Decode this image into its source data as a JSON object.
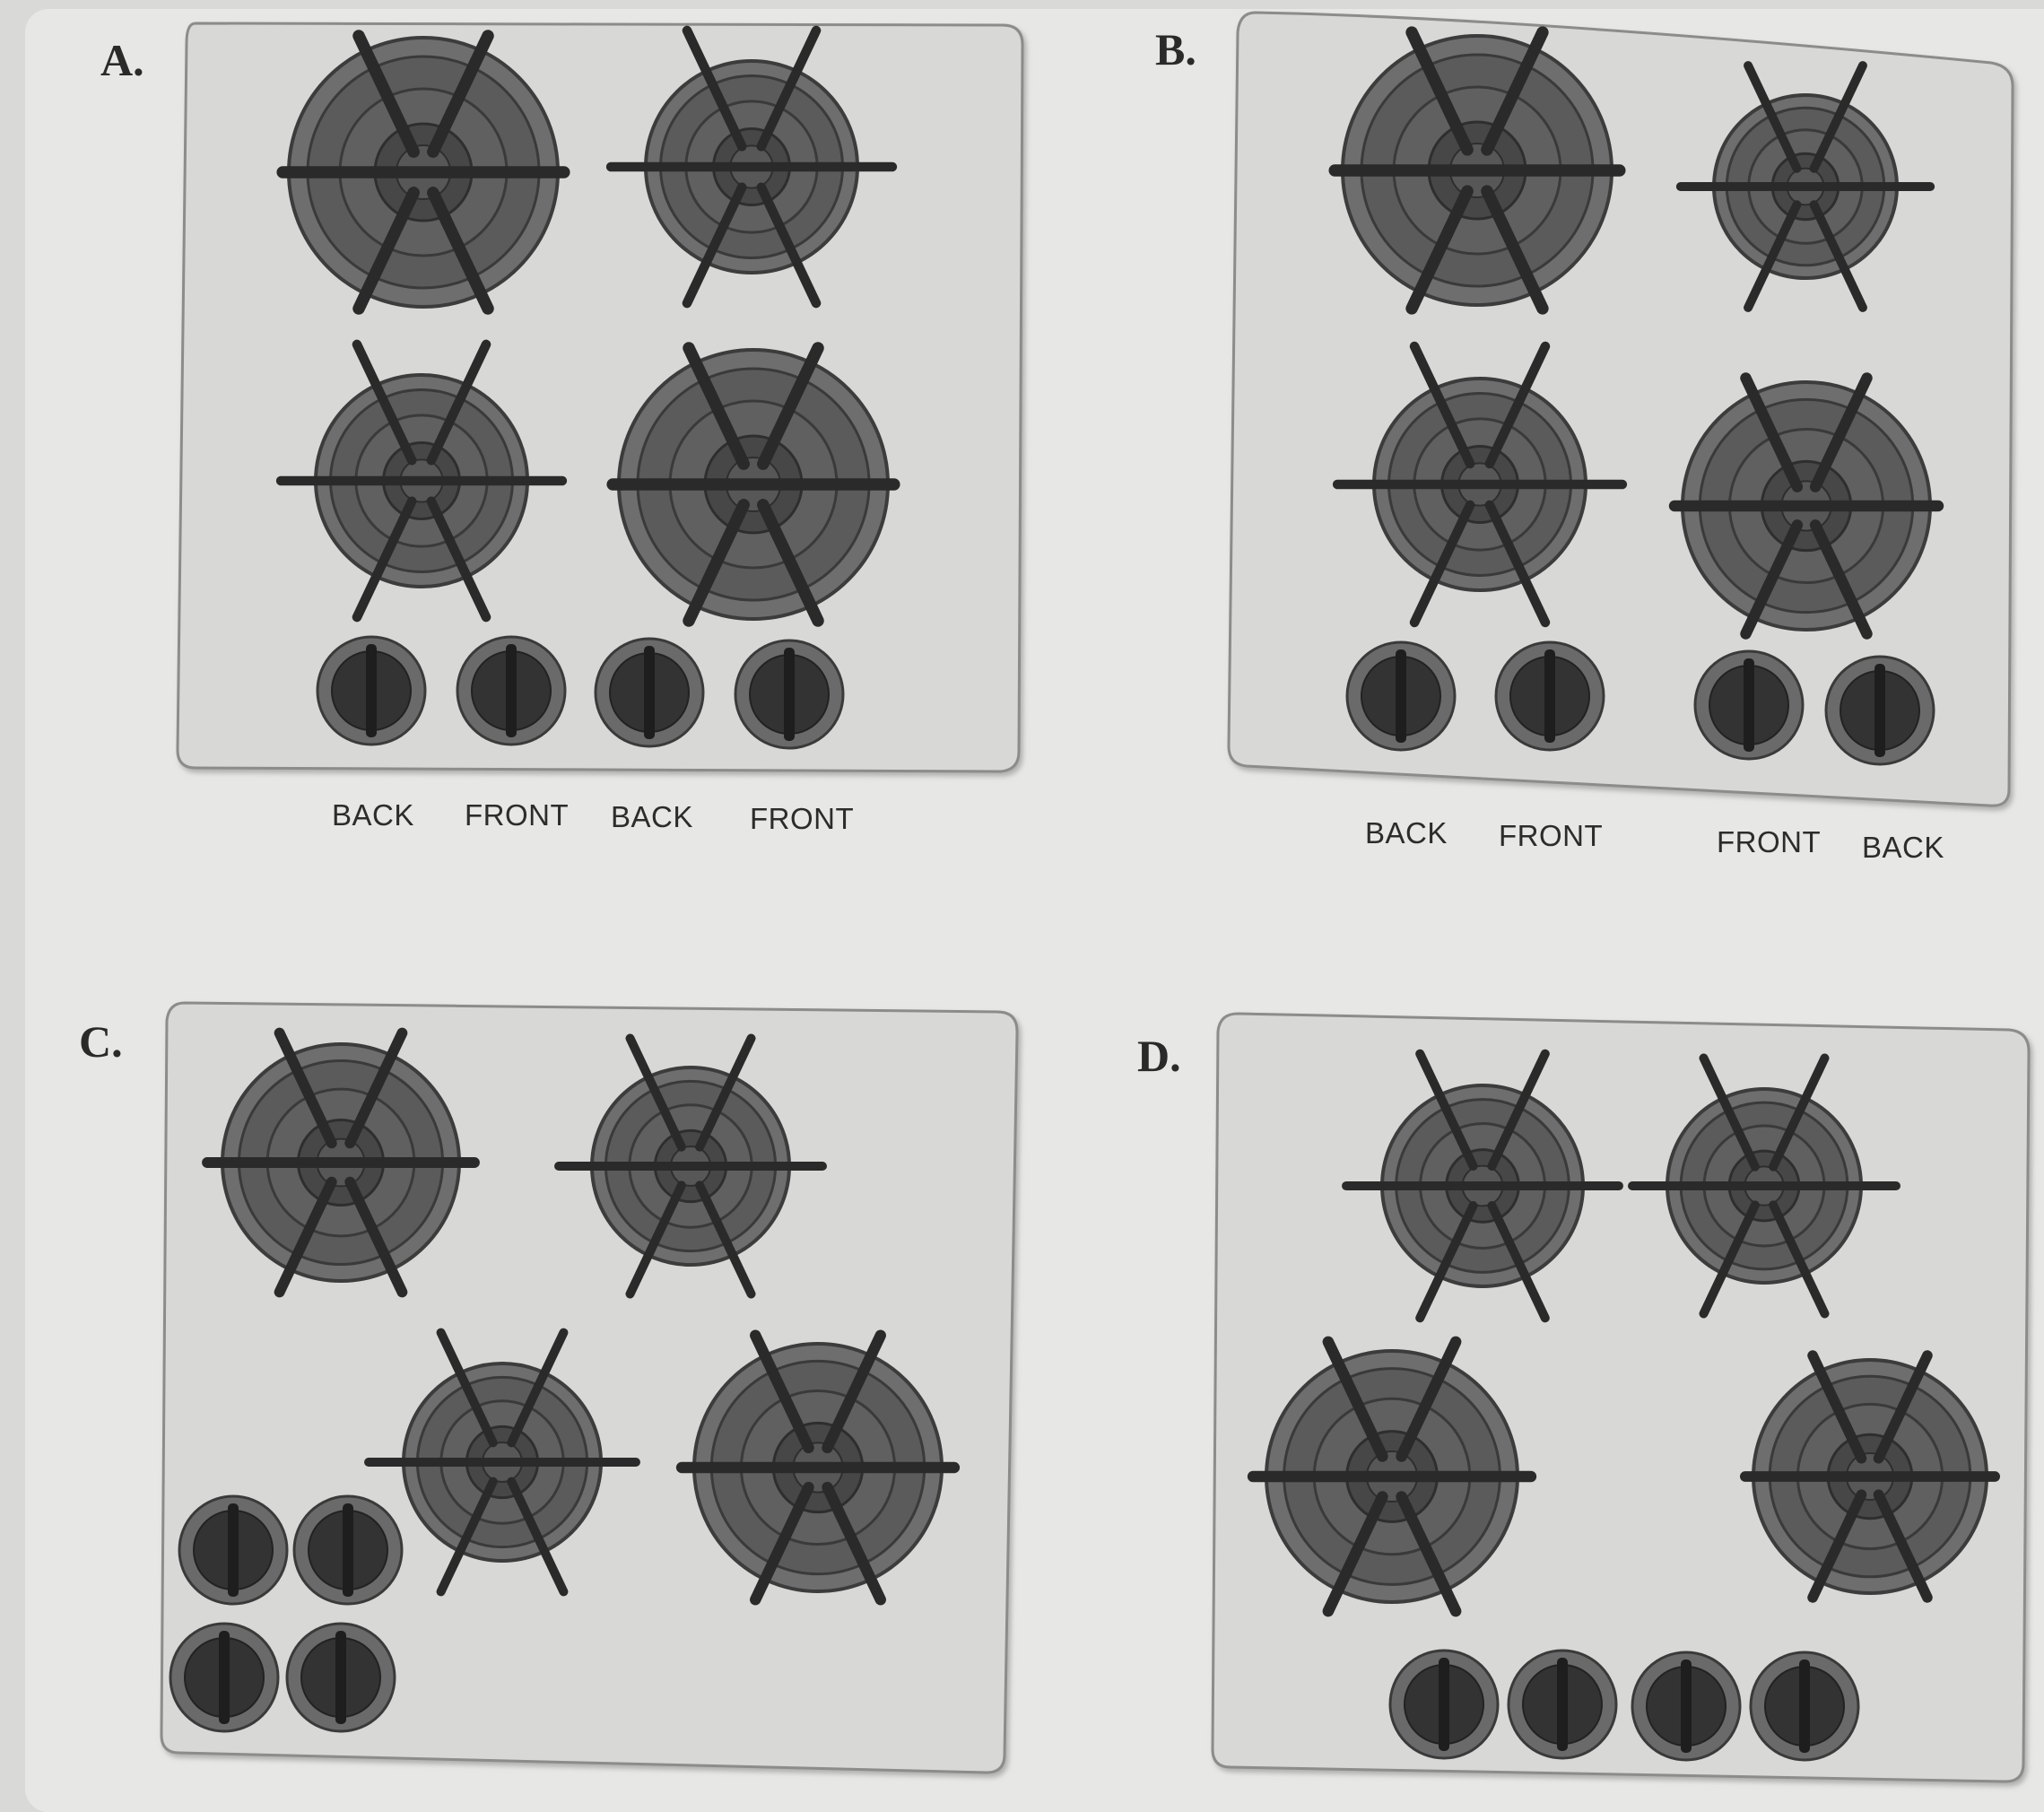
{
  "panels": [
    {
      "letter": "A.",
      "labels": [
        "BACK",
        "FRONT",
        "BACK",
        "FRONT"
      ]
    },
    {
      "letter": "B.",
      "labels": [
        "BACK",
        "FRONT",
        "FRONT",
        "BACK"
      ]
    },
    {
      "letter": "C.",
      "labels": []
    },
    {
      "letter": "D.",
      "labels": []
    }
  ],
  "colors": {
    "page_background": "#e7e7e5",
    "cooktop_surface": "#d8d8d6",
    "cooktop_edge": "#8c8c8a",
    "burner_outer_ring": "#5b5b5b",
    "burner_inner": "#474747",
    "grate": "#2a2a2a",
    "knob_outer": "#5a5a5a",
    "knob_inner": "#333333",
    "text": "#2a2a2a"
  }
}
